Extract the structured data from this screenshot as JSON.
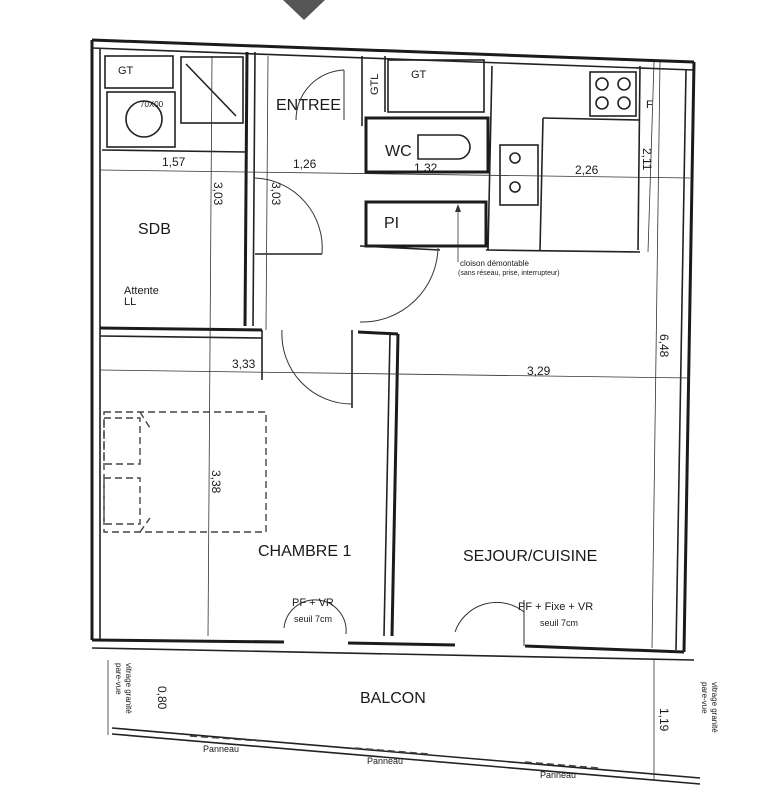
{
  "rooms": {
    "entree": "ENTREE",
    "sdb": "SDB",
    "wc": "WC",
    "pi": "PI",
    "chambre": "CHAMBRE 1",
    "sejour": "SEJOUR/CUISINE",
    "balcon": "BALCON"
  },
  "labels": {
    "gt_left": "GT",
    "gt_right": "GT",
    "gtl": "GTL",
    "shower": "70X00",
    "attente": "Attente",
    "ll": "LL",
    "fridge": "F",
    "cloison": "cloison démontable",
    "cloison_note": "(sans réseau, prise, interrupteur)",
    "pf_vr": "PF + VR",
    "seuil_1": "seuil 7cm",
    "pf_fixe_vr": "PF + Fixe + VR",
    "seuil_2": "seuil 7cm",
    "parevue_left": "pare-vue",
    "vitrage_left": "vitrage granité",
    "parevue_right": "pare-vue",
    "vitrage_right": "vitrage granité",
    "panneau_1": "Panneau",
    "panneau_2": "Panneau",
    "panneau_3": "Panneau"
  },
  "dimensions": {
    "d_157": "1,57",
    "d_126": "1,26",
    "d_132": "1,32",
    "d_226": "2,26",
    "d_211": "2,11",
    "d_303a": "3,03",
    "d_303b": "3,03",
    "d_333": "3,33",
    "d_329": "3,29",
    "d_648": "6,48",
    "d_338": "3,38",
    "d_080": "0,80",
    "d_119": "1,19"
  }
}
